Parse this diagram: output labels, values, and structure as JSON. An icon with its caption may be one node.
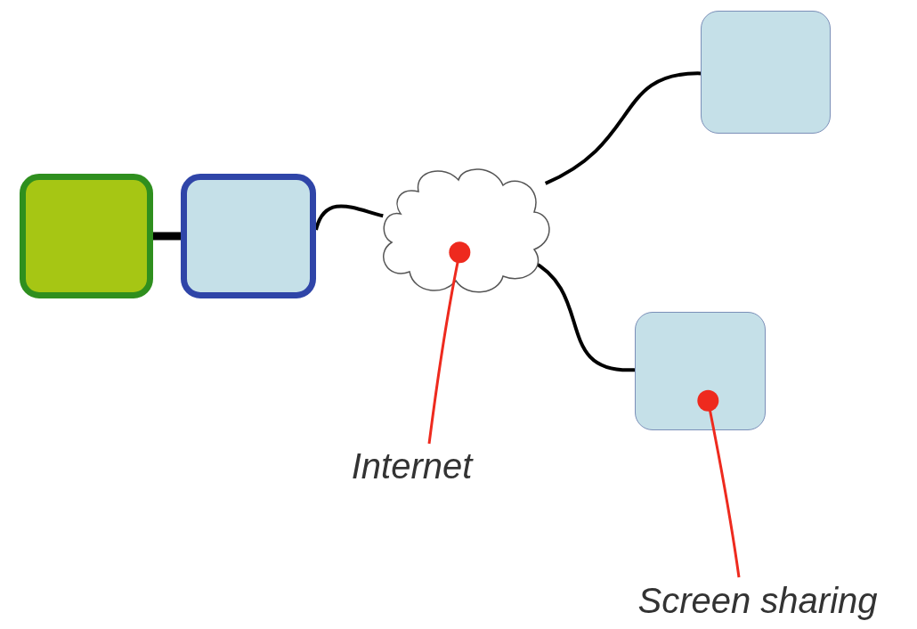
{
  "diagram": {
    "nodes": [
      {
        "text": [],
        "shape": "box"
      },
      {
        "text": [],
        "shape": "box"
      },
      {
        "text": [],
        "shape": "cloud"
      },
      {
        "text": [],
        "shape": "box"
      },
      {
        "text": [],
        "shape": "box"
      },
      {
        "text": [
          "Internet"
        ]
      },
      {
        "text": [
          "Screen sharing"
        ]
      }
    ],
    "edges": [
      {
        "from": 0,
        "to": 1,
        "arrow": "none",
        "style": "thick"
      },
      {
        "from": 1,
        "to": 2,
        "arrow": "none"
      },
      {
        "from": 2,
        "to": 3,
        "arrow": "none"
      },
      {
        "from": 2,
        "to": 4,
        "arrow": "none"
      },
      {
        "from": 5,
        "to": 2,
        "arrow": "other",
        "color": "#ee2a1e"
      },
      {
        "from": 6,
        "to": 4,
        "arrow": "other",
        "color": "#ee2a1e"
      }
    ]
  }
}
